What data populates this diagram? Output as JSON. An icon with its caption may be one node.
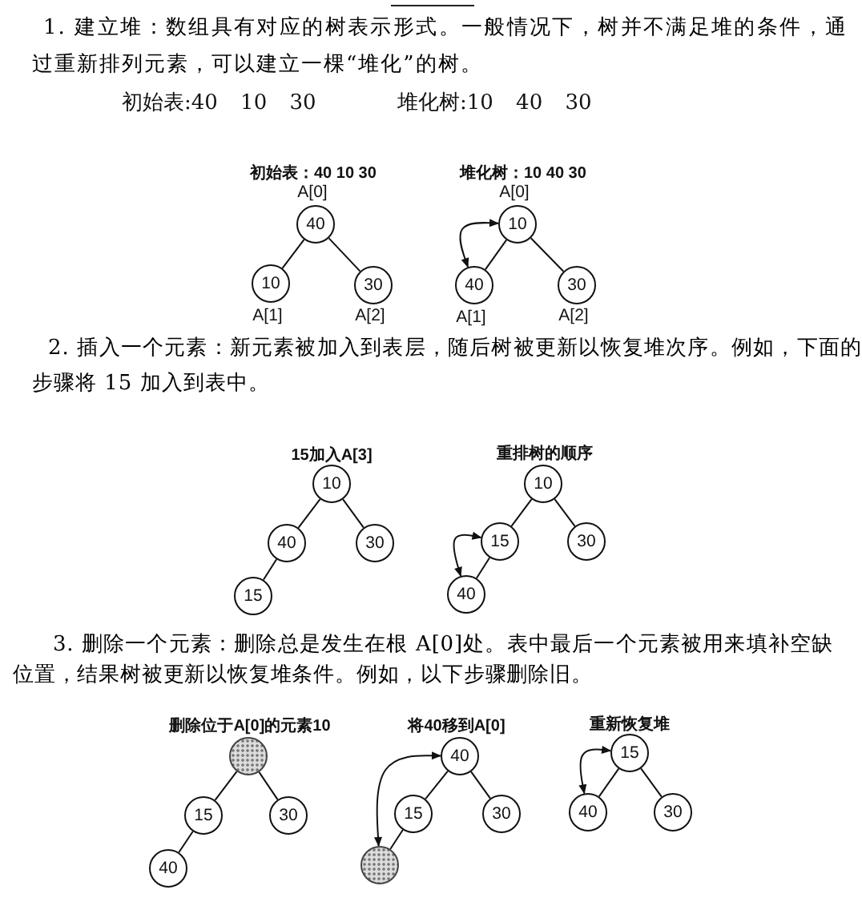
{
  "diagram": {
    "nodes": [
      {
        "text": [
          "40"
        ],
        "beside": [
          "A[0]"
        ]
      },
      {
        "text": [
          "10"
        ],
        "beside": [
          "A[1]"
        ]
      },
      {
        "text": [
          "30"
        ],
        "beside": [
          "A[2]"
        ]
      },
      {
        "text": [
          "10"
        ],
        "beside": [
          "A[0]"
        ]
      },
      {
        "text": [
          "40"
        ],
        "beside": [
          "A[1]"
        ]
      },
      {
        "text": [
          "30"
        ],
        "beside": [
          "A[2]"
        ]
      },
      {
        "text": [
          "10"
        ]
      },
      {
        "text": [
          "40"
        ]
      },
      {
        "text": [
          "30"
        ]
      },
      {
        "text": [
          "15"
        ]
      },
      {
        "text": [
          "10"
        ]
      },
      {
        "text": [
          "15"
        ]
      },
      {
        "text": [
          "30"
        ]
      },
      {
        "text": [
          "40"
        ]
      },
      {
        "text": [],
        "shape": "circle"
      },
      {
        "text": [
          "15"
        ]
      },
      {
        "text": [
          "30"
        ]
      },
      {
        "text": [
          "40"
        ]
      },
      {
        "text": [
          "40"
        ]
      },
      {
        "text": [
          "15"
        ]
      },
      {
        "text": [
          "30"
        ]
      },
      {
        "text": [],
        "shape": "circle"
      },
      {
        "text": [
          "15"
        ]
      },
      {
        "text": [
          "40"
        ]
      },
      {
        "text": [
          "30"
        ]
      }
    ],
    "edges": [
      {
        "from": 0,
        "to": 1,
        "arrow": "none"
      },
      {
        "from": 0,
        "to": 2,
        "arrow": "none"
      },
      {
        "from": 3,
        "to": 4,
        "arrow": "none"
      },
      {
        "from": 3,
        "to": 5,
        "arrow": "none"
      },
      {
        "from": 4,
        "to": 3,
        "arrow": "both"
      },
      {
        "from": 6,
        "to": 7,
        "arrow": "none"
      },
      {
        "from": 6,
        "to": 8,
        "arrow": "none"
      },
      {
        "from": 7,
        "to": 9,
        "arrow": "none"
      },
      {
        "from": 10,
        "to": 11,
        "arrow": "none"
      },
      {
        "from": 10,
        "to": 12,
        "arrow": "none"
      },
      {
        "from": 11,
        "to": 13,
        "arrow": "none"
      },
      {
        "from": 13,
        "to": 11,
        "arrow": "both"
      },
      {
        "from": 14,
        "to": 15,
        "arrow": "none"
      },
      {
        "from": 14,
        "to": 16,
        "arrow": "none"
      },
      {
        "from": 15,
        "to": 17,
        "arrow": "none"
      },
      {
        "from": 18,
        "to": 19,
        "arrow": "none"
      },
      {
        "from": 18,
        "to": 20,
        "arrow": "none"
      },
      {
        "from": 19,
        "to": 21,
        "arrow": "none"
      },
      {
        "from": 21,
        "to": 18,
        "arrow": "both"
      },
      {
        "from": 22,
        "to": 23,
        "arrow": "none"
      },
      {
        "from": 22,
        "to": 24,
        "arrow": "none"
      },
      {
        "from": 23,
        "to": 22,
        "arrow": "both"
      }
    ],
    "labels": [
      "1. 建立堆：数组具有对应的树表示形式。一般情况下，树并不满足堆的条件，通过重新排列元素，可以建立一棵“堆化”的树。",
      "初始表:40 10 30",
      "堆化树:10 40 30",
      "初始表：40 10 30",
      "堆化树：10 40 30",
      "2. 插入一个元素：新元素被加入到表层，随后树被更新以恢复堆次序。例如，下面的步骤将 15 加入到表中。",
      "15加入A[3]",
      "重排树的顺序",
      "3. 删除一个元素：删除总是发生在根 A[0]处。表中最后一个元素被用来填补空缺位置，结果树被更新以恢复堆条件。例如，以下步骤删除旧。",
      "删除位于A[0]的元素10",
      "将40移到A[0]",
      "重新恢复堆"
    ]
  }
}
